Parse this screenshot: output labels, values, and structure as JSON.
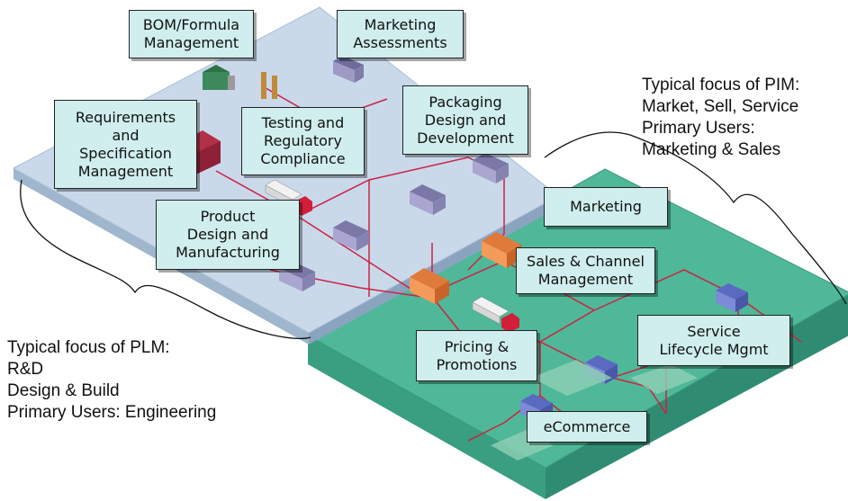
{
  "diagram": {
    "colors": {
      "plm_plane": "#c9d9ea",
      "pim_plane": "#4fb898",
      "box_fill": "#cfeeed",
      "link_line": "#cc2244"
    },
    "plm_boxes": {
      "bom": "BOM/Formula\nManagement",
      "marketing_assessments": "Marketing\nAssessments",
      "requirements": "Requirements\nand\nSpecification\nManagement",
      "testing": "Testing and\nRegulatory\nCompliance",
      "packaging": "Packaging\nDesign and\nDevelopment",
      "product_design": "Product\nDesign and\nManufacturing"
    },
    "pim_boxes": {
      "marketing": "Marketing",
      "sales_channel": "Sales & Channel\nManagement",
      "service": "Service\nLifecycle Mgmt",
      "pricing": "Pricing &\nPromotions",
      "ecommerce": "eCommerce"
    },
    "notes": {
      "pim": "Typical focus of PIM:\nMarket, Sell, Service\nPrimary Users:\nMarketing & Sales",
      "plm": "Typical focus of PLM:\nR&D\nDesign & Build\nPrimary Users: Engineering"
    }
  }
}
